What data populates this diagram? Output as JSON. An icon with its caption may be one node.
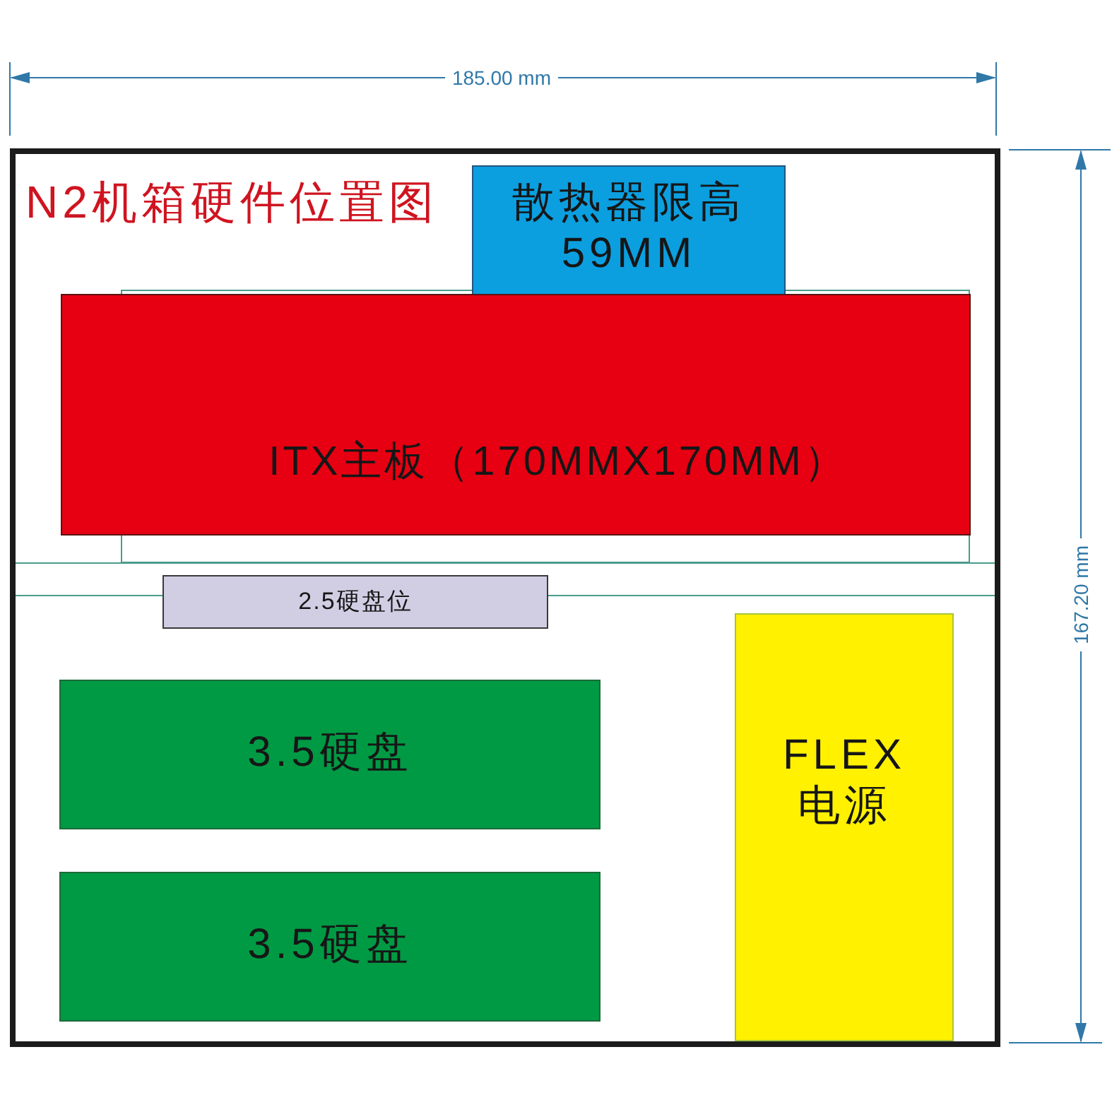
{
  "diagram": {
    "title": "N2机箱硬件位置图",
    "nodes": [
      {
        "text": [],
        "shape": "box"
      },
      {
        "text": [
          "散热器限高 59MM"
        ],
        "in": 0
      },
      {
        "text": [
          "ITX主板（170MMX170MM）"
        ],
        "in": 0
      },
      {
        "text": [
          "2.5硬盘位"
        ],
        "in": 0
      },
      {
        "text": [
          "3.5硬盘"
        ],
        "in": 0
      },
      {
        "text": [
          "3.5硬盘"
        ],
        "in": 0
      },
      {
        "text": [
          "FLEX 电源"
        ],
        "in": 0
      }
    ],
    "labels": [
      "185.00 mm",
      "167.20 mm"
    ]
  }
}
